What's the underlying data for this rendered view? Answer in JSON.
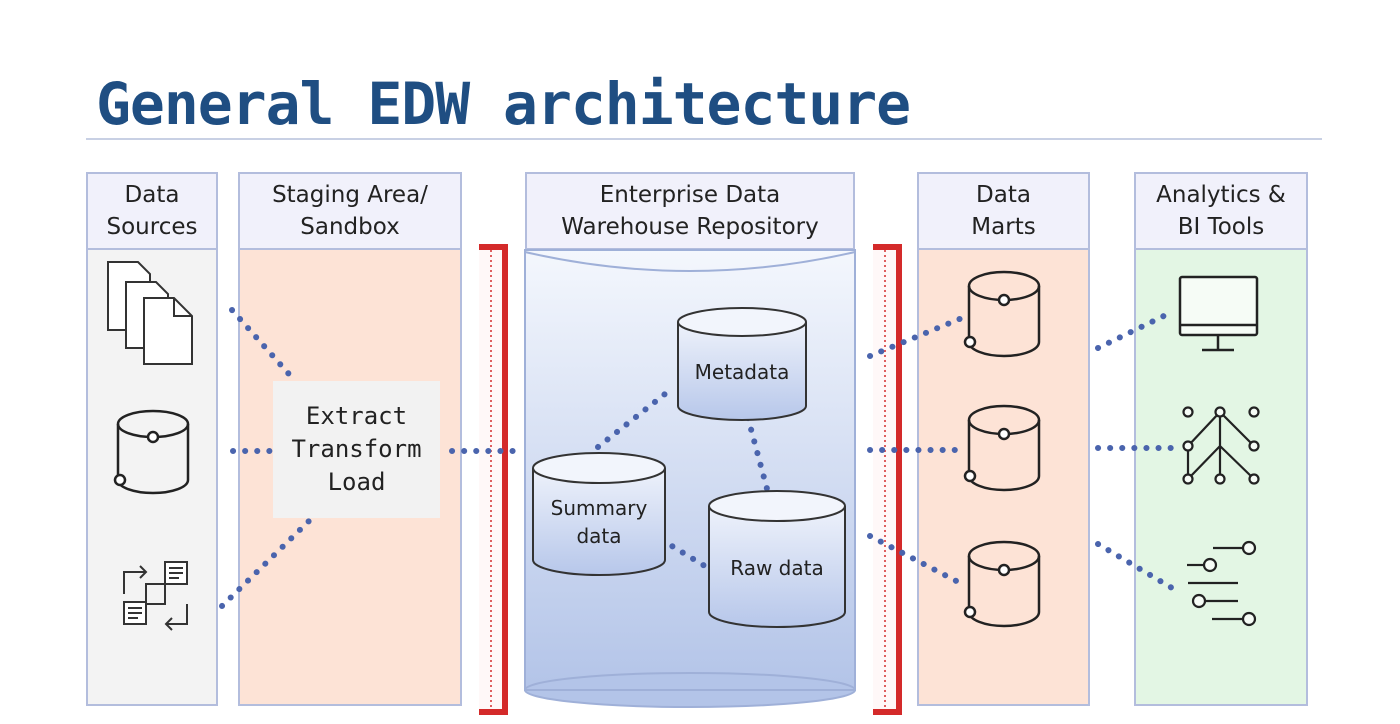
{
  "title": "General EDW architecture",
  "columns": {
    "sources": "Data\nSources",
    "staging": "Staging Area/\nSandbox",
    "edw": "Enterprise Data\nWarehouse Repository",
    "marts": "Data\nMarts",
    "analytics": "Analytics &\nBI Tools"
  },
  "etl": "Extract\nTransform\nLoad",
  "edw_stores": {
    "metadata": "Metadata",
    "summary": "Summary\ndata",
    "raw": "Raw data"
  },
  "icons": {
    "sources": [
      "documents-icon",
      "database-icon",
      "workflow-icon"
    ],
    "marts": [
      "database-icon",
      "database-icon",
      "database-icon"
    ],
    "analytics": [
      "monitor-icon",
      "network-graph-icon",
      "sliders-icon"
    ]
  },
  "colors": {
    "title": "#1f4e82",
    "connector": "#4a64ad",
    "gateway": "#d42a2a",
    "staging_fill": "#fde3d6",
    "marts_fill": "#fde3d6",
    "analytics_fill": "#e3f6e4",
    "sources_fill": "#f3f3f3",
    "edw_fill": "#b9c9ea"
  }
}
